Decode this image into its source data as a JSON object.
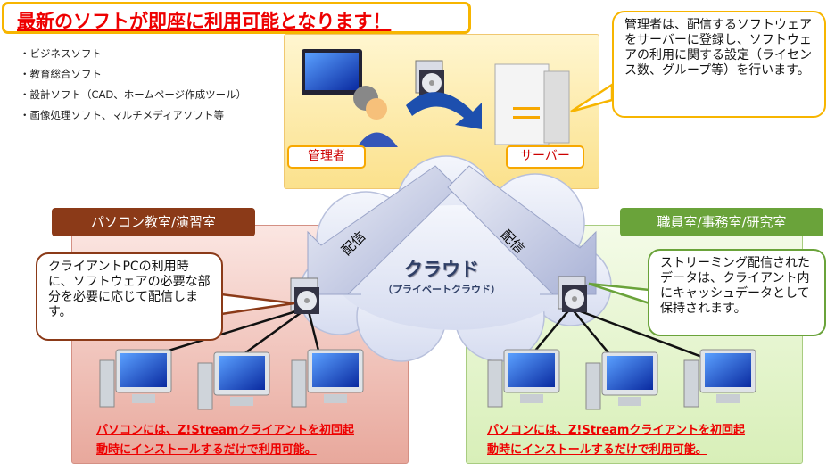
{
  "title": "最新のソフトが即座に利用可能となります！",
  "software_list": [
    "・ビジネスソフト",
    "・教育総合ソフト",
    "・設計ソフト（CAD、ホームページ作成ツール）",
    "・画像処理ソフト、マルチメディアソフト等"
  ],
  "top": {
    "admin_label": "管理者",
    "server_label": "サーバー",
    "callout": "管理者は、配信するソフトウェアをサーバーに登録し、ソフトウェアの利用に関する設定（ライセンス数、グループ等）を行います。"
  },
  "cloud": {
    "title": "クラウド",
    "subtitle": "（プライベートクラウド）",
    "arrow_left": "配信",
    "arrow_right": "配信"
  },
  "left": {
    "header": "パソコン教室/演習室",
    "callout": "クライアントPCの利用時に、ソフトウェアの必要な部分を必要に応じて配信します。",
    "note_line1": "パソコンには、Z!Streamクライアントを初回起",
    "note_line2": "動時にインストールするだけで利用可能。"
  },
  "right": {
    "header": "職員室/事務室/研究室",
    "callout": "ストリーミング配信されたデータは、クライアント内にキャッシュデータとして保持されます。",
    "note_line1": "パソコンには、Z!Streamクライアントを初回起",
    "note_line2": "動時にインストールするだけで利用可能。"
  },
  "colors": {
    "title_red": "#ee0000",
    "orange": "#f7b500",
    "left_header": "#8b3a18",
    "right_header": "#6aa33a"
  }
}
